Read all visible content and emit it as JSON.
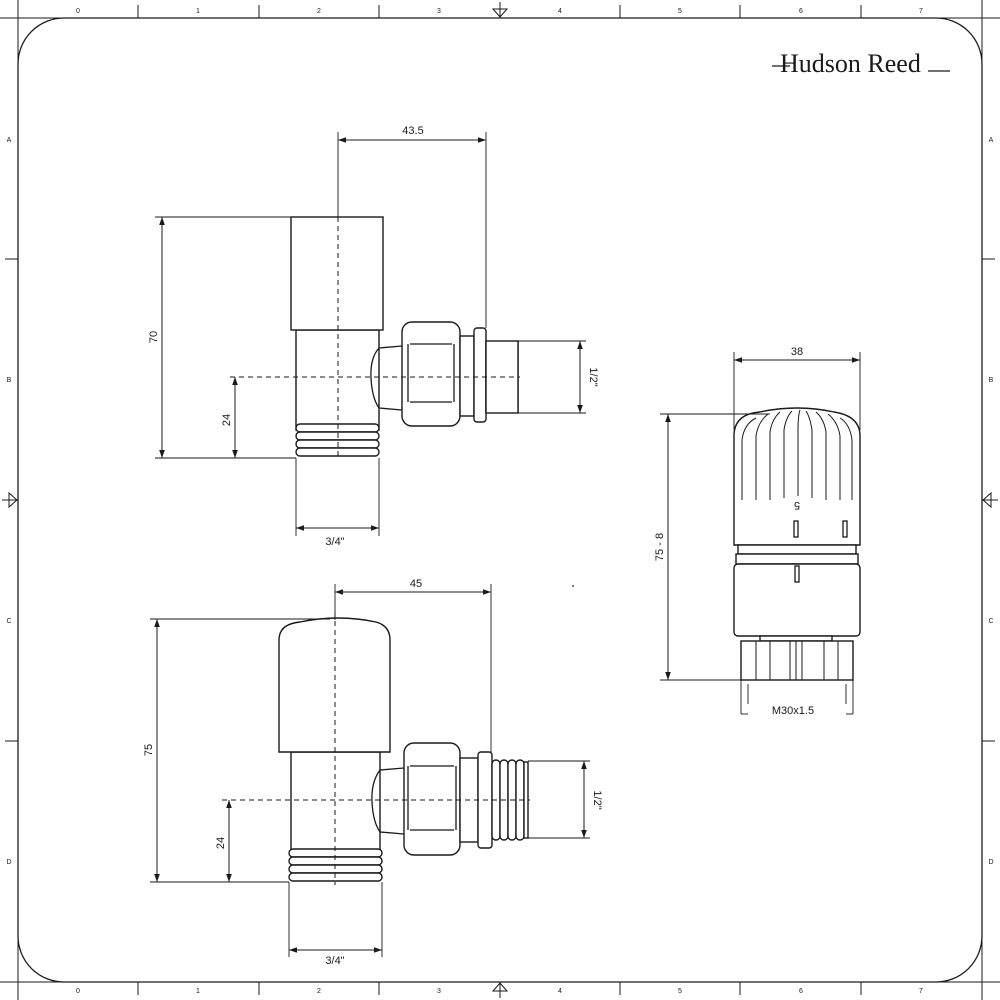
{
  "brand": {
    "name": "Hudson Reed"
  },
  "frame": {
    "columns": [
      "0",
      "1",
      "2",
      "3",
      "4",
      "5",
      "6",
      "7"
    ],
    "rows": [
      "A",
      "B",
      "C",
      "D"
    ]
  },
  "valve_top": {
    "height": "70",
    "offset": "24",
    "width": "43.5",
    "inlet": "3/4\"",
    "outlet": "1/2\""
  },
  "valve_bottom": {
    "height": "75",
    "offset": "24",
    "width": "45",
    "inlet": "3/4\"",
    "outlet": "1/2\""
  },
  "thermostatic_head": {
    "width": "38",
    "height": "75 - 8",
    "thread": "M30x1.5",
    "dial_mark": "5"
  }
}
